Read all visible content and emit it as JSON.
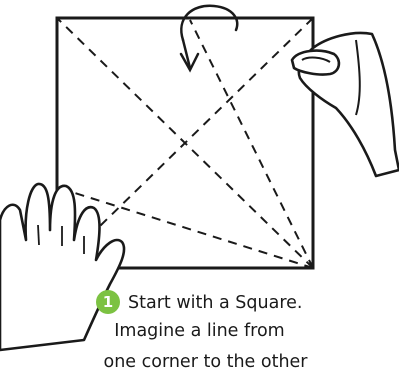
{
  "colors": {
    "badge": "#7cc242",
    "ink": "#1a1a1a",
    "paper": "#ffffff"
  },
  "icons": {
    "fold_arrow": "curved-fold-arrow-icon",
    "right_hand": "pinching-hand-icon",
    "left_hand": "open-hand-icon"
  },
  "step": {
    "number": "1",
    "title": "Start with a Square.",
    "line2": "Imagine a line from",
    "line3": "one corner to the other"
  }
}
